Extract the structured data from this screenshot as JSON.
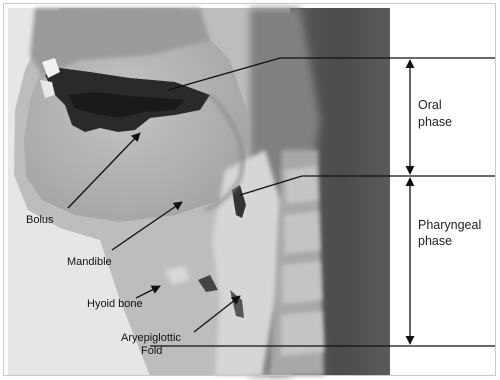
{
  "labels": {
    "bolus": "Bolus",
    "mandible": "Mandible",
    "hyoid_bone": "Hyoid bone",
    "aryepiglottic_fold_line1": "Aryepiglottic",
    "aryepiglottic_fold_line2": "Fold"
  },
  "phases": {
    "oral_line1": "Oral",
    "oral_line2": "phase",
    "pharyngeal_line1": "Pharyngeal",
    "pharyngeal_line2": "phase"
  },
  "colors": {
    "line": "#111111",
    "background": "#ffffff"
  }
}
